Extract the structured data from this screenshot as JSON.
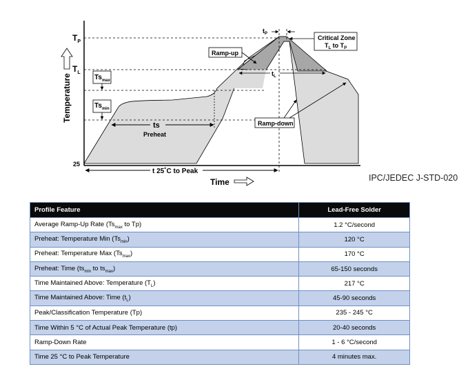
{
  "diagram": {
    "labels": {
      "tp": "T",
      "tp_sub": "P",
      "tl": "T",
      "tl_sub": "L",
      "ts_max": "Ts",
      "ts_max_sub": "max",
      "ts_min": "Ts",
      "ts_min_sub": "min",
      "t25": "25",
      "y_axis": "Temperature",
      "x_axis": "Time",
      "ts": "ts",
      "preheat": "Preheat",
      "t25_to_peak": "t 25˚C to Peak",
      "ramp_up": "Ramp-up",
      "ramp_down": "Ramp-down",
      "tp_small": "t",
      "tp_small_sub": "P",
      "tl_small": "t",
      "tl_small_sub": "L",
      "critical_zone": "Critical Zone",
      "critical_zone_range_prefix": "T",
      "critical_zone_sub1": "L",
      "critical_zone_to": " to T",
      "critical_zone_sub2": "P"
    },
    "colors": {
      "profile_fill": "#dcdcdc",
      "critical_fill": "#a7a7a7",
      "header_bg": "#0a0a0a",
      "row_alt": "#c3d2ea",
      "border": "#6f8fc4"
    }
  },
  "standard": "IPC/JEDEC J-STD-020",
  "table": {
    "headers": [
      "Profile Feature",
      "Lead-Free Solder"
    ],
    "rows": [
      {
        "feature": "Average Ramp-Up Rate (Ts",
        "sub": "max",
        "tail": " to Tp)",
        "value": "1.2 °C/second"
      },
      {
        "feature": "Preheat: Temperature Min (Ts",
        "sub": "min",
        "tail": ")",
        "value": "120 °C"
      },
      {
        "feature": "Preheat: Temperature Max (Ts",
        "sub": "max",
        "tail": ")",
        "value": "170 °C"
      },
      {
        "feature": "Preheat: Time (ts",
        "sub": "min",
        "tail": " to ts",
        "sub2": "max",
        "tail2": ")",
        "value": "65-150 seconds"
      },
      {
        "feature": "Time Maintained Above: Temperature (T",
        "sub": "L",
        "tail": ")",
        "value": "217 °C"
      },
      {
        "feature": "Time Maintained Above: Time (t",
        "sub": "L",
        "tail": ")",
        "value": "45-90 seconds"
      },
      {
        "feature": "Peak/Classification Temperature (Tp)",
        "value": "235 - 245 °C"
      },
      {
        "feature": "Time Within 5 °C of Actual Peak Temperature (tp)",
        "value": "20-40 seconds"
      },
      {
        "feature": "Ramp-Down Rate",
        "value": "1 - 6 °C/second"
      },
      {
        "feature": "Time 25 °C to Peak Temperature",
        "value": "4 minutes max."
      }
    ]
  }
}
